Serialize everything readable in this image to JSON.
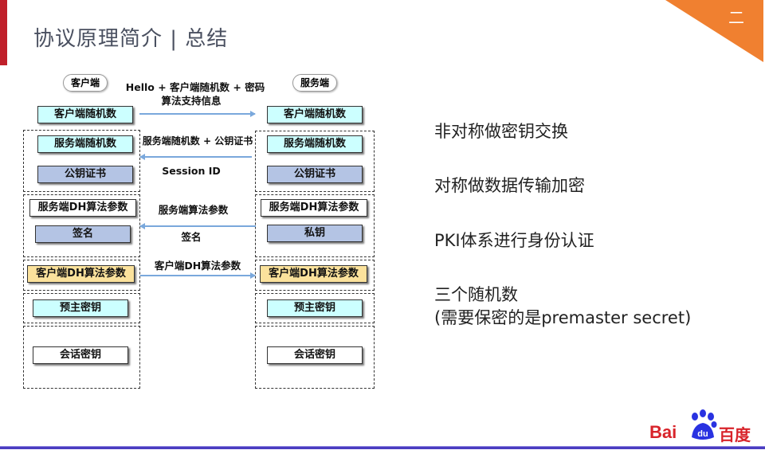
{
  "header": {
    "title": "协议原理简介 |  总结",
    "page_marker": "二"
  },
  "diagram": {
    "client_label": "客户端",
    "server_label": "服务端",
    "msg1_line1": "Hello + 客户端随机数 + 密码",
    "msg1_line2": "算法支持信息",
    "msg2": "服务端随机数 + 公钥证书",
    "msg2b": "Session ID",
    "msg3": "服务端算法参数",
    "msg3b": "签名",
    "msg4": "客户端DH算法参数",
    "client": {
      "client_random": "客户端随机数",
      "server_random": "服务端随机数",
      "cert": "公钥证书",
      "server_dh": "服务端DH算法参数",
      "signature": "签名",
      "client_dh": "客户端DH算法参数",
      "premaster": "预主密钥",
      "session_key": "会话密钥"
    },
    "server": {
      "client_random": "客户端随机数",
      "server_random": "服务端随机数",
      "cert": "公钥证书",
      "server_dh": "服务端DH算法参数",
      "private_key": "私钥",
      "client_dh": "客户端DH算法参数",
      "premaster": "预主密钥",
      "session_key": "会话密钥"
    }
  },
  "points": [
    "非对称做密钥交换",
    "对称做数据传输加密",
    "PKI体系进行身份认证",
    "三个随机数",
    "(需要保密的是premaster secret)"
  ],
  "logo": {
    "text": "Bai",
    "du": "du",
    "cn": "百度"
  },
  "colors": {
    "accent_red": "#c0202a",
    "orange": "#f08030",
    "logo_red": "#d8232a",
    "logo_blue": "#2932e1"
  }
}
